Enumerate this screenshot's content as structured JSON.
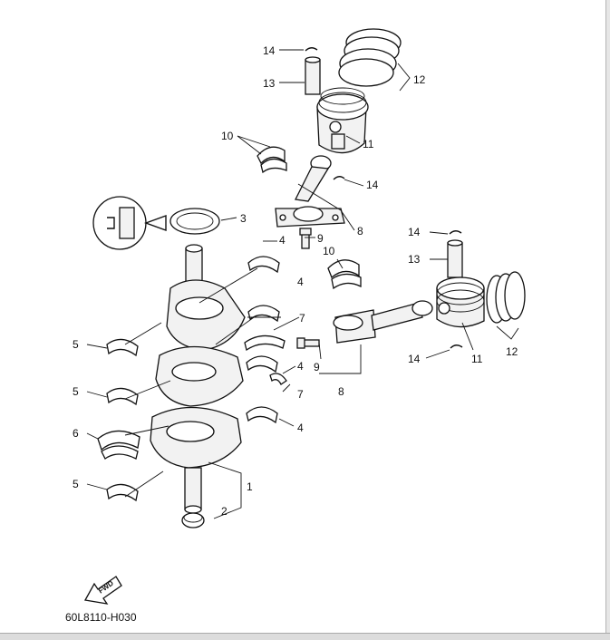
{
  "callouts": {
    "n1": "1",
    "n2": "2",
    "n3": "3",
    "n4": "4",
    "n5": "5",
    "n6": "6",
    "n7": "7",
    "n8": "8",
    "n9": "9",
    "n10": "10",
    "n11": "11",
    "n12": "12",
    "n13": "13",
    "n14": "14"
  },
  "fwd_label": "FWD",
  "diagram_code": "60L8110-H030"
}
